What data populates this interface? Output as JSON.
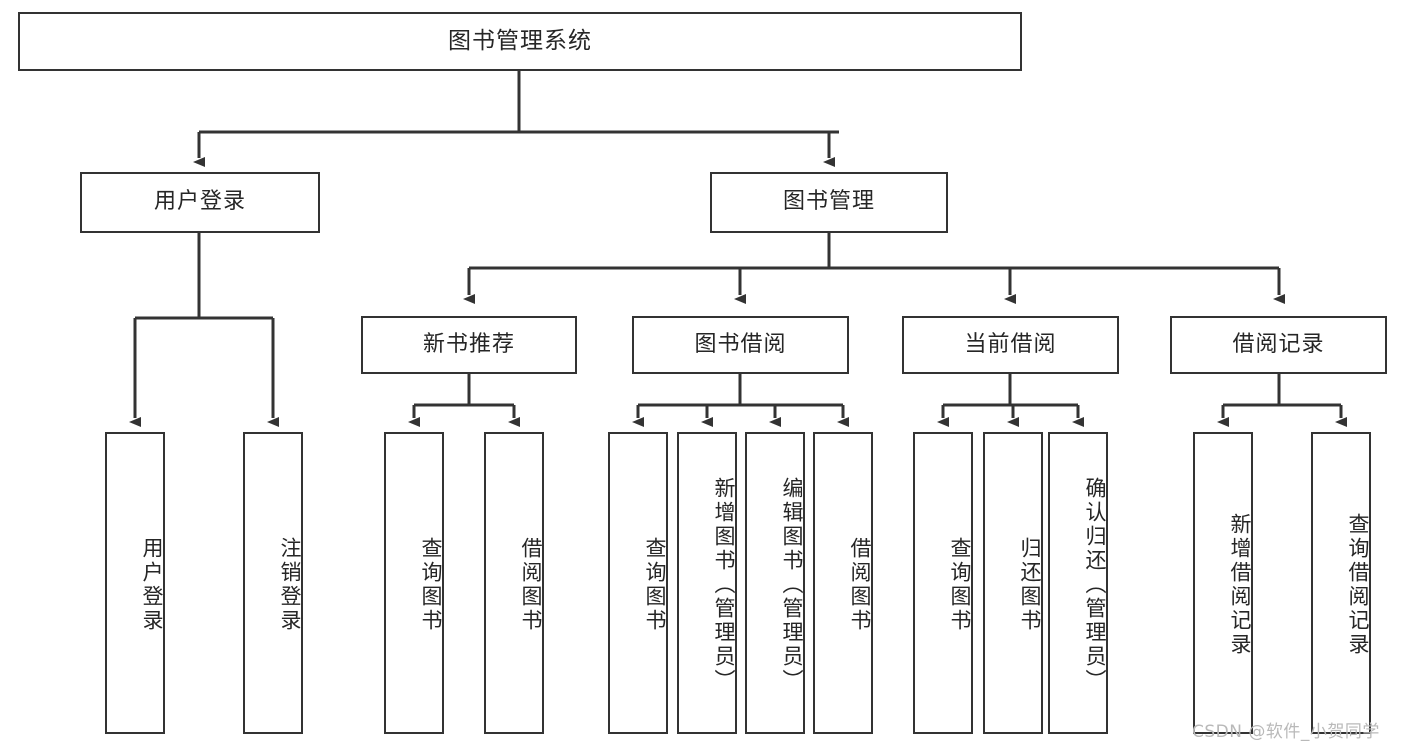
{
  "diagram": {
    "title": "图书管理系统",
    "watermark": "CSDN @软件_小贺同学",
    "colors": {
      "box_border": "#333333",
      "box_fill": "#ffffff",
      "edge": "#333333",
      "text": "#262626",
      "watermark": "#b9b9b9"
    },
    "root": {
      "label": "图书管理系统"
    },
    "level2": [
      {
        "label": "用户登录"
      },
      {
        "label": "图书管理"
      }
    ],
    "level3": [
      {
        "label": "新书推荐"
      },
      {
        "label": "图书借阅"
      },
      {
        "label": "当前借阅"
      },
      {
        "label": "借阅记录"
      }
    ],
    "leaves": {
      "user_login": [
        {
          "label": "用户登录"
        },
        {
          "label": "注销登录"
        }
      ],
      "new_book": [
        {
          "label": "查询图书"
        },
        {
          "label": "借阅图书"
        }
      ],
      "book_borrow": [
        {
          "label": "查询图书"
        },
        {
          "label": "新增图书（管理员）"
        },
        {
          "label": "编辑图书（管理员）"
        },
        {
          "label": "借阅图书"
        }
      ],
      "current_borrow": [
        {
          "label": "查询图书"
        },
        {
          "label": "归还图书"
        },
        {
          "label": "确认归还（管理员）"
        }
      ],
      "borrow_record": [
        {
          "label": "新增借阅记录"
        },
        {
          "label": "查询借阅记录"
        }
      ]
    }
  }
}
